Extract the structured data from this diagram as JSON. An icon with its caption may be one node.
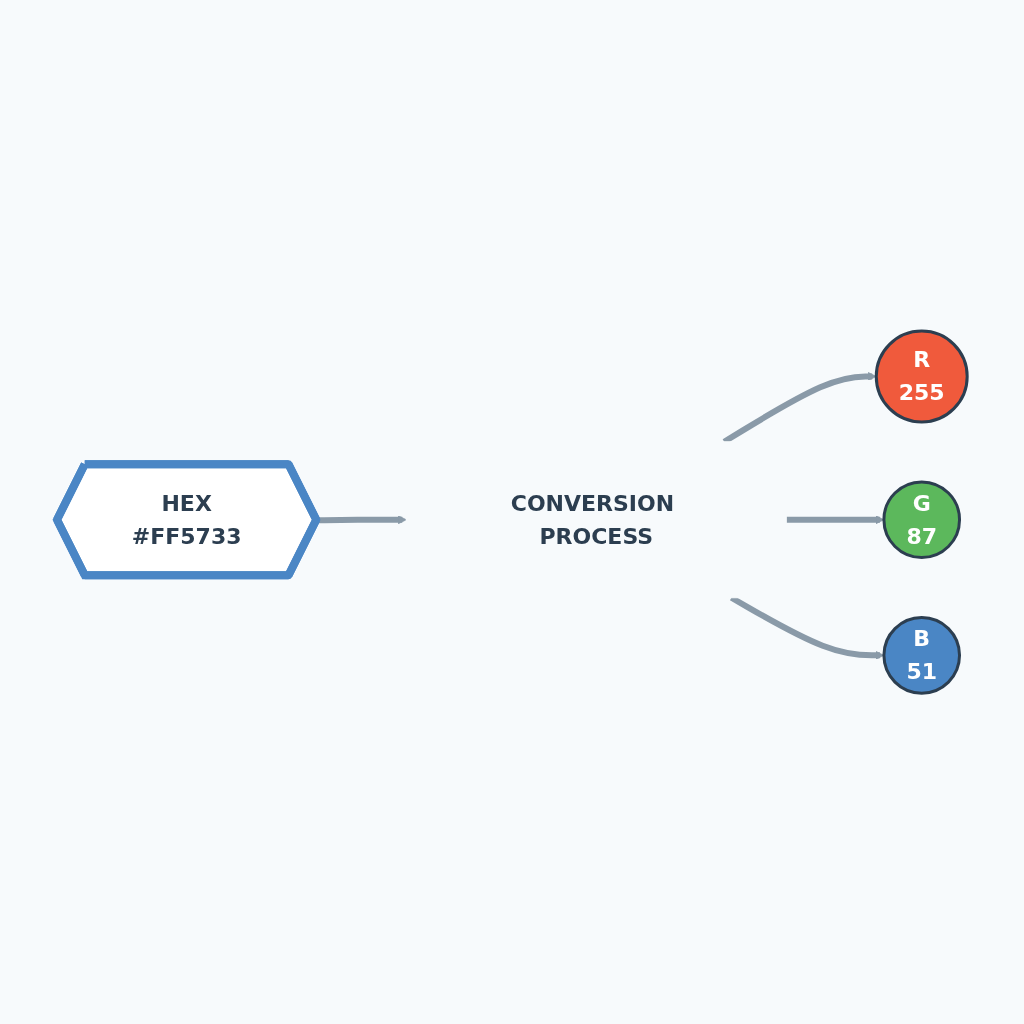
{
  "diagram": {
    "nodes": [
      {
        "text": [
          "HEX",
          "#FF5733"
        ]
      },
      {
        "text": [
          "CONVERSION PROCESS"
        ]
      },
      {
        "text": [
          "R",
          "255"
        ]
      },
      {
        "text": [
          "G",
          "87"
        ]
      },
      {
        "text": [
          "B",
          "51"
        ]
      }
    ],
    "edges": [
      {
        "from": 0,
        "to": 1,
        "arrow": "to"
      },
      {
        "from": 1,
        "to": 2,
        "arrow": "to"
      },
      {
        "from": 1,
        "to": 3,
        "arrow": "to"
      },
      {
        "from": 1,
        "to": 4,
        "arrow": "to"
      }
    ]
  }
}
